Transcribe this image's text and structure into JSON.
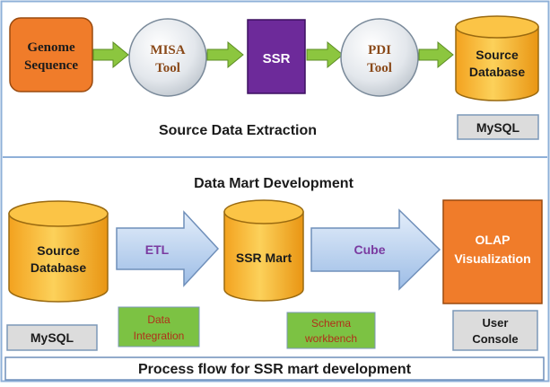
{
  "top": {
    "genome": [
      "Genome",
      "Sequence"
    ],
    "misa": [
      "MISA",
      "Tool"
    ],
    "ssr": "SSR",
    "pdi": [
      "PDI",
      "Tool"
    ],
    "source_db": [
      "Source",
      "Database"
    ],
    "mysql": "MySQL",
    "section_title": "Source Data Extraction"
  },
  "bottom": {
    "section_title": "Data Mart Development",
    "source_db": [
      "Source",
      "Database"
    ],
    "etl": "ETL",
    "ssr_mart": "SSR Mart",
    "cube": "Cube",
    "olap": [
      "OLAP",
      "Visualization"
    ],
    "mysql": "MySQL",
    "data_integration": [
      "Data",
      "Integration"
    ],
    "schema_workbench": [
      "Schema",
      "workbench"
    ],
    "user_console": [
      "User",
      "Console"
    ]
  },
  "footer": {
    "caption": "Process flow for SSR mart development"
  },
  "colors": {
    "orange": "#f07c2a",
    "gold": "#f6b02e",
    "purple": "#6d2a9a",
    "green_arrow": "#8cc63f",
    "blue_arrow": "#a9c8ec",
    "label_gray": "#dcdcdc",
    "label_green": "#7cc243",
    "frame_blue": "#8fb0d8"
  }
}
